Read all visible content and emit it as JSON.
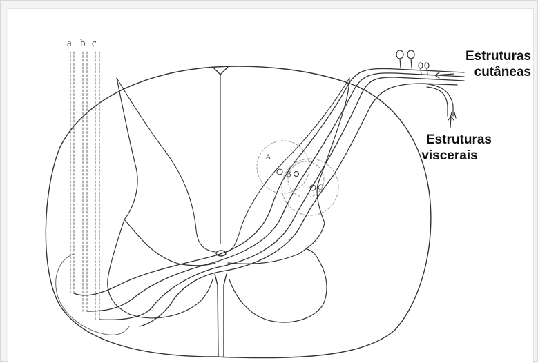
{
  "labels": {
    "cutaneous_line1": "Estruturas",
    "cutaneous_line2": "cutâneas",
    "visceral_line1": "Estruturas",
    "visceral_line2": "viscerais"
  },
  "columns": [
    "a",
    "b",
    "c"
  ],
  "zones": [
    "A",
    "B",
    "C"
  ],
  "colors": {
    "ink": "#333333",
    "dashed": "#888888",
    "background": "#ffffff"
  }
}
